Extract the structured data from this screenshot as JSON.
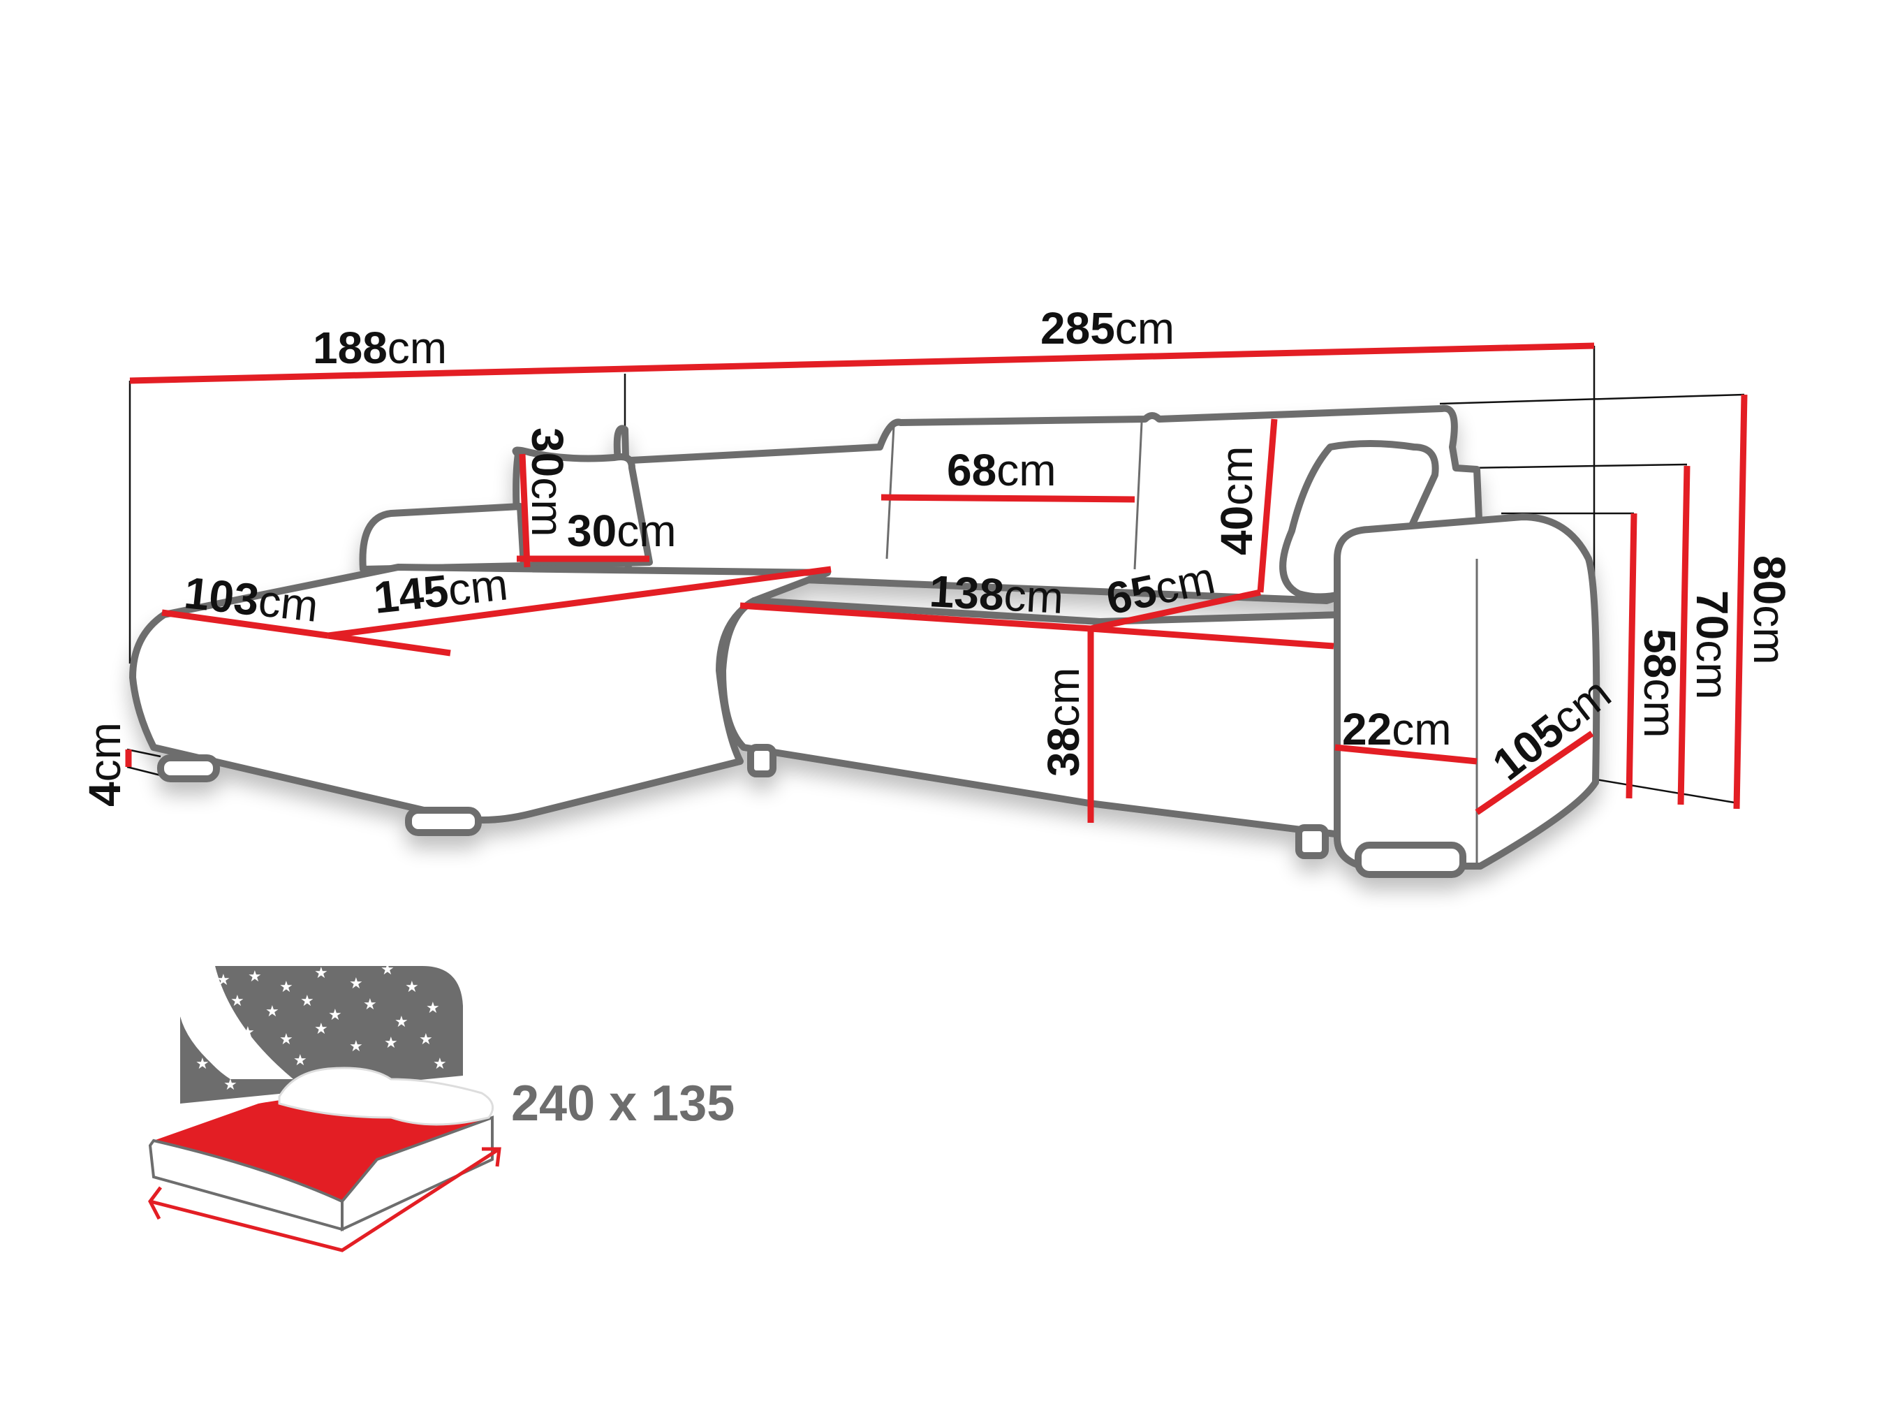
{
  "diagram": {
    "subject": "Corner sofa bed dimension drawing",
    "colors": {
      "dimension_line": "#e31e24",
      "outline": "#6d6d6d",
      "text": "#111111",
      "bed_icon_bg": "#6d6d6d"
    },
    "unit": "cm",
    "dimensions": {
      "total_length_left": {
        "value": "188",
        "unit": "cm"
      },
      "total_length_main": {
        "value": "285",
        "unit": "cm"
      },
      "pillow_height": {
        "value": "30",
        "unit": "cm"
      },
      "pillow_width": {
        "value": "30",
        "unit": "cm"
      },
      "backrest_cushion_width": {
        "value": "68",
        "unit": "cm"
      },
      "backrest_height": {
        "value": "40",
        "unit": "cm"
      },
      "chaise_depth": {
        "value": "103",
        "unit": "cm"
      },
      "chaise_seat_length": {
        "value": "145",
        "unit": "cm"
      },
      "main_seat_length": {
        "value": "138",
        "unit": "cm"
      },
      "seat_depth": {
        "value": "65",
        "unit": "cm"
      },
      "seat_height": {
        "value": "38",
        "unit": "cm"
      },
      "armrest_width": {
        "value": "22",
        "unit": "cm"
      },
      "total_depth": {
        "value": "105",
        "unit": "cm"
      },
      "armrest_height": {
        "value": "58",
        "unit": "cm"
      },
      "back_height_mid": {
        "value": "70",
        "unit": "cm"
      },
      "total_height": {
        "value": "80",
        "unit": "cm"
      },
      "leg_height": {
        "value": "4",
        "unit": "cm"
      }
    },
    "sleeping_area": {
      "label": "240 x 135"
    }
  }
}
